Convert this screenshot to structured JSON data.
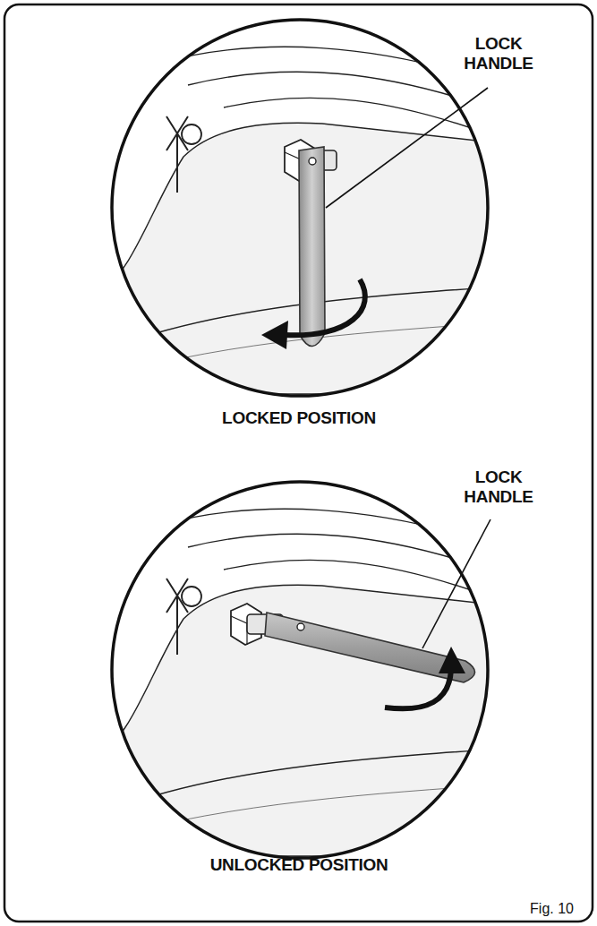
{
  "diagram": {
    "caption": "Fig. 10",
    "labels": [
      "LOCK HANDLE",
      "LOCKED POSITION",
      "LOCK HANDLE",
      "UNLOCKED POSITION"
    ]
  }
}
